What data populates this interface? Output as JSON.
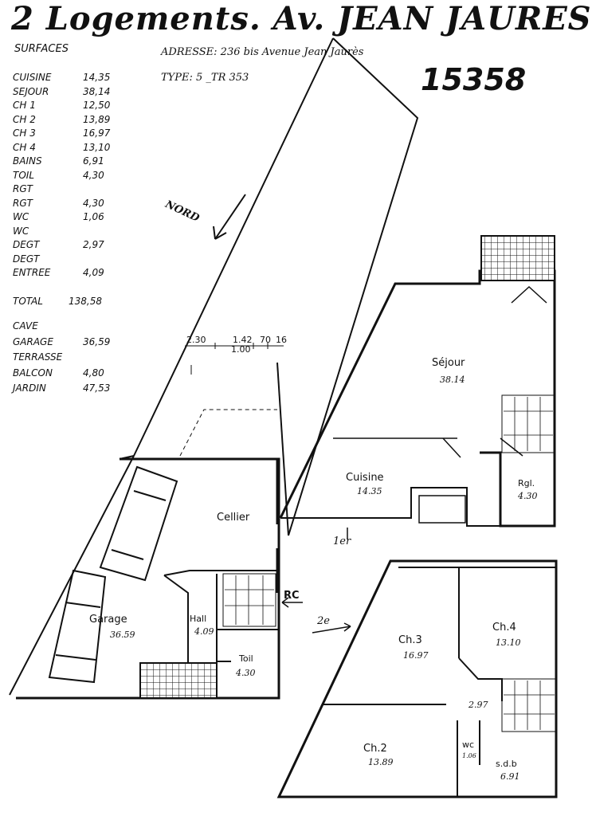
{
  "header": {
    "title": "2 Logements. Av. JEAN JAURES",
    "reference": "15358",
    "address_line": "ADRESSE: 236 bis Avenue Jean Jaurès",
    "type_line": "TYPE: 5 _TR 353"
  },
  "surfaces": {
    "heading": "SURFACES",
    "rows": [
      {
        "name": "CUISINE",
        "value": "14,35"
      },
      {
        "name": "SEJOUR",
        "value": "38,14"
      },
      {
        "name": "CH 1",
        "value": "12,50"
      },
      {
        "name": "CH 2",
        "value": "13,89"
      },
      {
        "name": "CH 3",
        "value": "16,97"
      },
      {
        "name": "CH 4",
        "value": "13,10"
      },
      {
        "name": "BAINS",
        "value": "6,91"
      },
      {
        "name": "TOIL",
        "value": "4,30"
      },
      {
        "name": "RGT",
        "value": ""
      },
      {
        "name": "RGT",
        "value": "4,30"
      },
      {
        "name": "WC",
        "value": "1,06"
      },
      {
        "name": "WC",
        "value": ""
      },
      {
        "name": "DEGT",
        "value": "2,97"
      },
      {
        "name": "DEGT",
        "value": ""
      },
      {
        "name": "ENTREE",
        "value": "4,09"
      }
    ],
    "total_label": "TOTAL",
    "total_value": "138,58",
    "extras": [
      {
        "name": "CAVE",
        "value": ""
      },
      {
        "name": "GARAGE",
        "value": "36,59"
      },
      {
        "name": "TERRASSE",
        "value": ""
      },
      {
        "name": "BALCON",
        "value": "4,80"
      },
      {
        "name": "JARDIN",
        "value": "47,53"
      }
    ]
  },
  "plan": {
    "north_label": "NORD",
    "dims": {
      "d1": "2.30",
      "d2": "1.42",
      "d3": "1.00",
      "d4": "70",
      "d5": "16"
    },
    "rdc_label": "RC",
    "floor1_label": "1er",
    "floor2_label": "2e",
    "rooms": {
      "cellier": {
        "name": "Cellier"
      },
      "garage": {
        "name": "Garage",
        "area": "36.59"
      },
      "hall": {
        "name": "Hall",
        "area": "4.09"
      },
      "toil": {
        "name": "Toil",
        "area": "4.30"
      },
      "sejour": {
        "name": "Séjour",
        "area": "38.14"
      },
      "cuisine": {
        "name": "Cuisine",
        "area": "14.35"
      },
      "rgl": {
        "name": "Rgl.",
        "area": "4.30"
      },
      "ch3": {
        "name": "Ch.3",
        "area": "16.97"
      },
      "ch4": {
        "name": "Ch.4",
        "area": "13.10"
      },
      "ch2": {
        "name": "Ch.2",
        "area": "13.89"
      },
      "wc": {
        "name": "wc",
        "area": "1.06"
      },
      "sdb": {
        "name": "s.d.b",
        "area": "6.91"
      },
      "degt": {
        "area": "2.97"
      }
    }
  }
}
